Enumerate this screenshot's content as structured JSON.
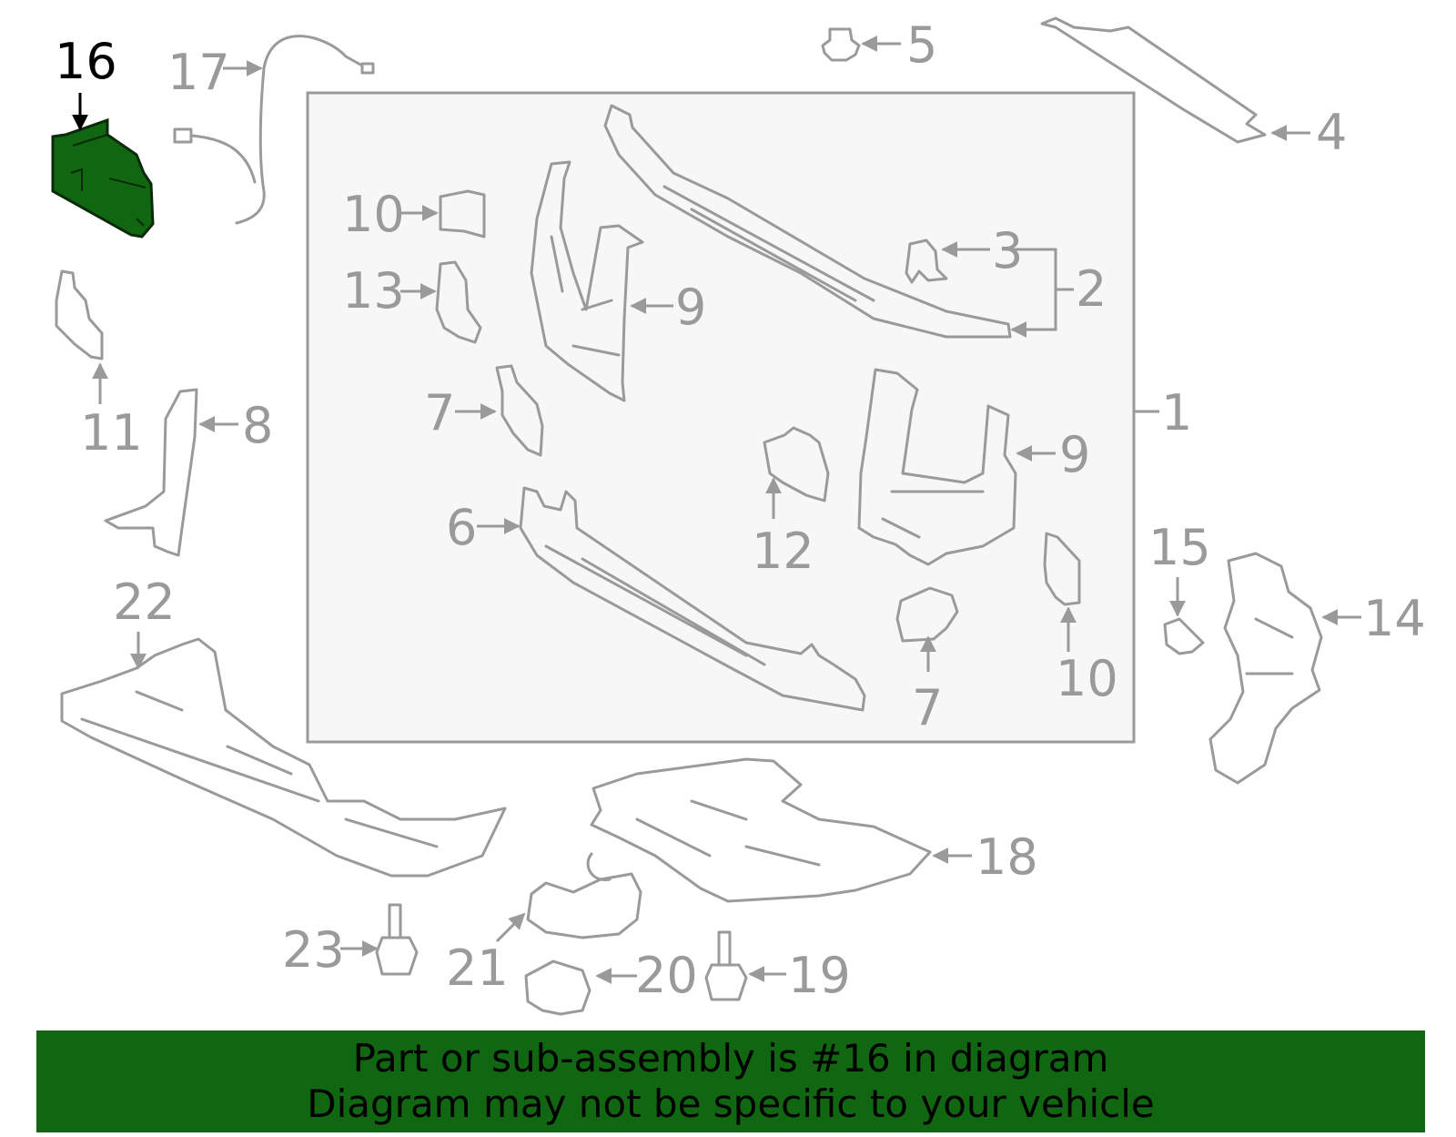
{
  "highlight_color": "#116611",
  "callouts": {
    "c1": "1",
    "c2": "2",
    "c3": "3",
    "c4": "4",
    "c5": "5",
    "c6": "6",
    "c7a": "7",
    "c7b": "7",
    "c8": "8",
    "c9a": "9",
    "c9b": "9",
    "c10a": "10",
    "c10b": "10",
    "c11": "11",
    "c12": "12",
    "c13": "13",
    "c14": "14",
    "c15": "15",
    "c16": "16",
    "c17": "17",
    "c18": "18",
    "c19": "19",
    "c20": "20",
    "c21": "21",
    "c22": "22",
    "c23": "23"
  },
  "banner": {
    "line1": "Part or sub-assembly is #16 in diagram",
    "line2": "Diagram may not be specific to your vehicle"
  }
}
